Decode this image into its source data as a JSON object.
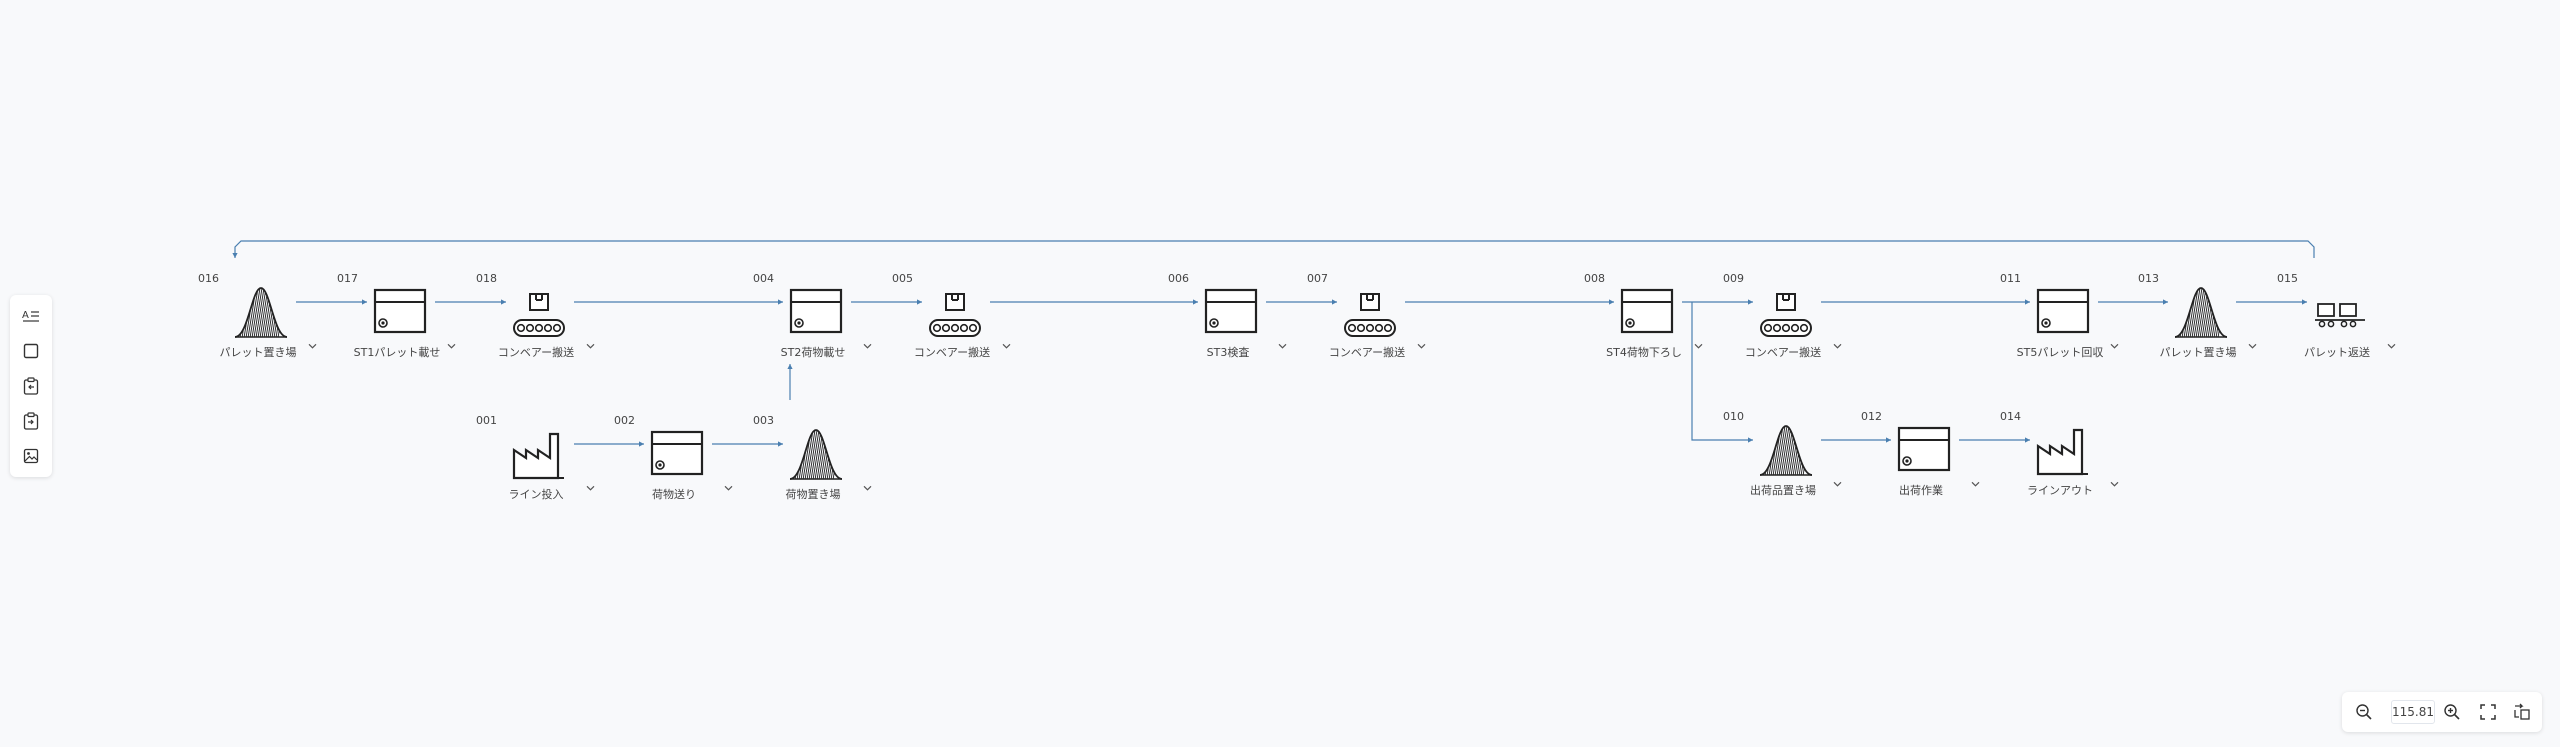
{
  "toolbar": {
    "tools": [
      {
        "name": "text-tool",
        "icon": "text-format-icon"
      },
      {
        "name": "rectangle-tool",
        "icon": "square-icon"
      },
      {
        "name": "paste-tool",
        "icon": "clipboard-in-icon"
      },
      {
        "name": "copy-tool",
        "icon": "clipboard-out-icon"
      },
      {
        "name": "image-tool",
        "icon": "image-icon"
      }
    ]
  },
  "nodes": [
    {
      "id": "016",
      "label": "パレット置き場",
      "icon": "pile-icon"
    },
    {
      "id": "017",
      "label": "ST1パレット載せ",
      "icon": "station-icon"
    },
    {
      "id": "018",
      "label": "コンベアー搬送",
      "icon": "conveyor-icon"
    },
    {
      "id": "004",
      "label": "ST2荷物載せ",
      "icon": "station-icon"
    },
    {
      "id": "005",
      "label": "コンベアー搬送",
      "icon": "conveyor-icon"
    },
    {
      "id": "006",
      "label": "ST3検査",
      "icon": "station-icon"
    },
    {
      "id": "007",
      "label": "コンベアー搬送",
      "icon": "conveyor-icon"
    },
    {
      "id": "008",
      "label": "ST4荷物下ろし",
      "icon": "station-icon"
    },
    {
      "id": "009",
      "label": "コンベアー搬送",
      "icon": "conveyor-icon"
    },
    {
      "id": "011",
      "label": "ST5パレット回収",
      "icon": "station-icon"
    },
    {
      "id": "013",
      "label": "パレット置き場",
      "icon": "pile-icon"
    },
    {
      "id": "015",
      "label": "パレット返送",
      "icon": "transport-icon"
    },
    {
      "id": "001",
      "label": "ライン投入",
      "icon": "factory-icon"
    },
    {
      "id": "002",
      "label": "荷物送り",
      "icon": "station-icon"
    },
    {
      "id": "003",
      "label": "荷物置き場",
      "icon": "pile-icon"
    },
    {
      "id": "010",
      "label": "出荷品置き場",
      "icon": "pile-icon"
    },
    {
      "id": "012",
      "label": "出荷作業",
      "icon": "station-icon"
    },
    {
      "id": "014",
      "label": "ラインアウト",
      "icon": "factory-icon"
    }
  ],
  "edges": [
    {
      "from": "016",
      "to": "017"
    },
    {
      "from": "017",
      "to": "018"
    },
    {
      "from": "018",
      "to": "004"
    },
    {
      "from": "004",
      "to": "005"
    },
    {
      "from": "005",
      "to": "006"
    },
    {
      "from": "006",
      "to": "007"
    },
    {
      "from": "007",
      "to": "008"
    },
    {
      "from": "008",
      "to": "009"
    },
    {
      "from": "008",
      "to": "010"
    },
    {
      "from": "009",
      "to": "011"
    },
    {
      "from": "011",
      "to": "013"
    },
    {
      "from": "013",
      "to": "015"
    },
    {
      "from": "015",
      "to": "016"
    },
    {
      "from": "001",
      "to": "002"
    },
    {
      "from": "002",
      "to": "003"
    },
    {
      "from": "003",
      "to": "004"
    },
    {
      "from": "010",
      "to": "012"
    },
    {
      "from": "012",
      "to": "014"
    }
  ],
  "zoom": {
    "level": "115.81"
  },
  "colors": {
    "edge": "#4a7fb0",
    "stroke": "#222222"
  }
}
